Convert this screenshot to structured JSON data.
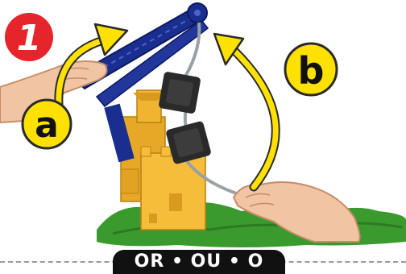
{
  "step_badge": {
    "number": "1",
    "color": "#e5242b"
  },
  "labels": {
    "a": "a",
    "b": "b"
  },
  "separator_text": "OR • OU • O",
  "colors": {
    "arrow": "#ffe100",
    "crane": "#1a2e8f",
    "castle": "#f0b431",
    "grass": "#3b9a2e",
    "chain": "#9aa0a6",
    "crate": "#2a2a2a"
  }
}
